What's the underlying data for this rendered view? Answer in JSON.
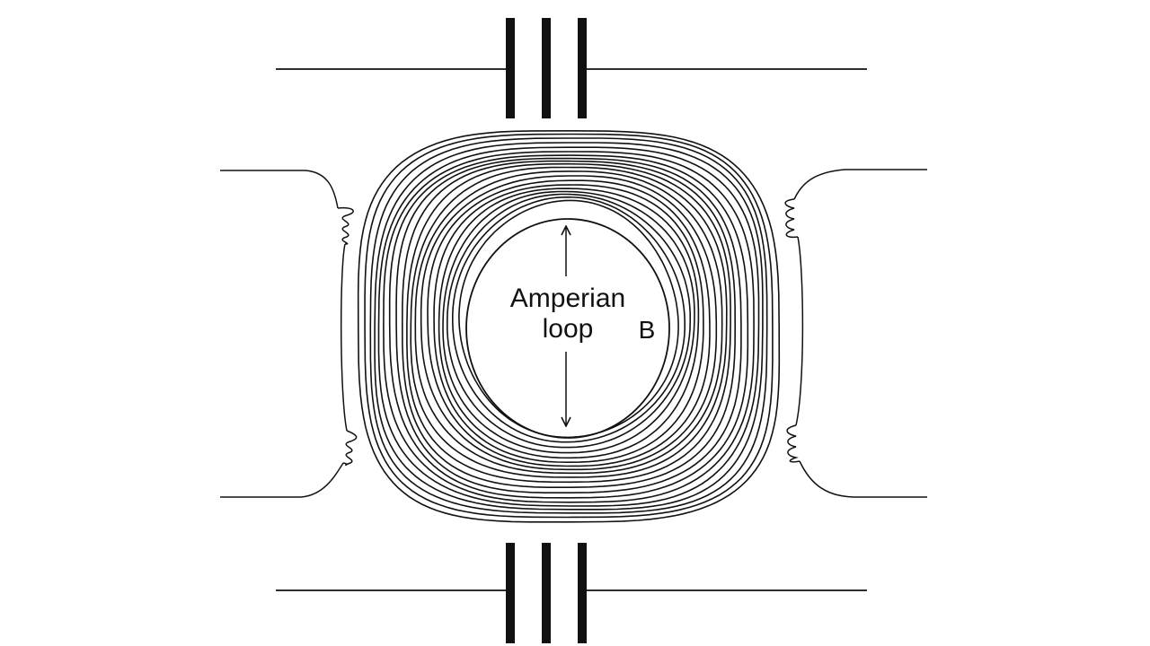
{
  "diagram": {
    "loop_label_line1": "Amperian",
    "loop_label_line2": "loop",
    "field_label": "B"
  },
  "colors": {
    "background": "#ffffff",
    "stroke": "#111111"
  }
}
